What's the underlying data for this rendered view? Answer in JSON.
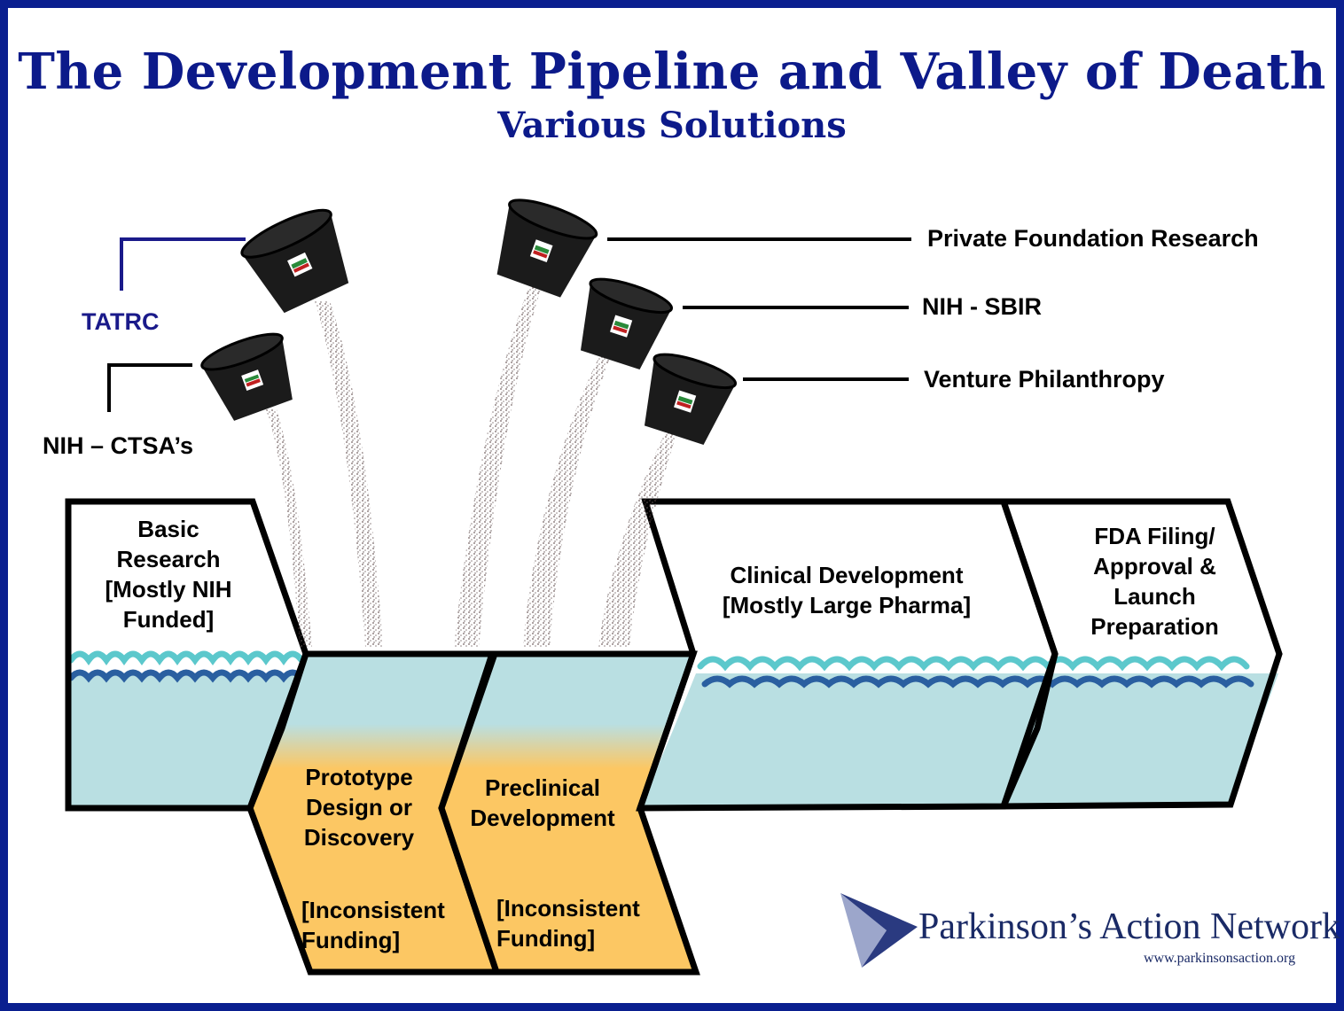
{
  "title": "The Development Pipeline and Valley of Death",
  "subtitle": "Various Solutions",
  "funding_sources": {
    "tatrc": "TATRC",
    "nih_ctsa": "NIH – CTSA’s",
    "private_foundation": "Private Foundation Research",
    "nih_sbir": "NIH - SBIR",
    "venture_philanthropy": "Venture Philanthropy"
  },
  "stages": {
    "basic_research": [
      "Basic",
      "Research",
      "[Mostly NIH",
      "Funded]"
    ],
    "prototype": [
      "Prototype",
      "Design or",
      "Discovery"
    ],
    "prototype_funding": [
      "[Inconsistent",
      "Funding]"
    ],
    "preclinical": [
      "Preclinical",
      "Development"
    ],
    "preclinical_funding": [
      "[Inconsistent",
      "Funding]"
    ],
    "clinical": [
      "Clinical Development",
      "[Mostly Large Pharma]"
    ],
    "fda": [
      "FDA Filing/",
      "Approval &",
      "Launch",
      "Preparation"
    ]
  },
  "logo": {
    "name": "Parkinson’s Action Network",
    "url": "www.parkinsonsaction.org"
  },
  "colors": {
    "title": "#0c1a8a",
    "border": "#0a1f8f",
    "water": "#b9dfe2",
    "wave_light": "#5cc8cc",
    "wave_dark": "#2a5fa0",
    "valley": "#fcc763",
    "tatrc_line": "#1a1a8a"
  }
}
